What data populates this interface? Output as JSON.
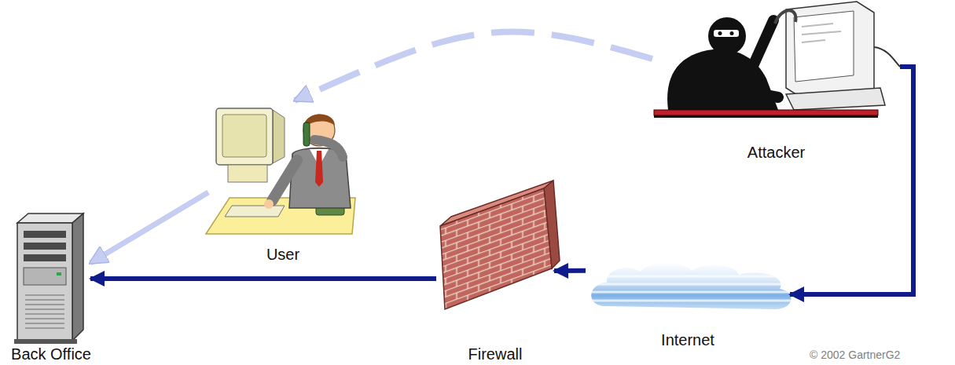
{
  "diagram": {
    "nodes": [
      {
        "text": [
          "Attacker"
        ]
      },
      {
        "text": [
          "User"
        ]
      },
      {
        "text": [
          "Back Office"
        ]
      },
      {
        "text": [
          "Firewall"
        ]
      },
      {
        "text": [
          "Internet"
        ]
      }
    ],
    "edges": [
      {
        "from": 0,
        "to": 4,
        "arrow": "to"
      },
      {
        "from": 4,
        "to": 3,
        "arrow": "to"
      },
      {
        "from": 3,
        "to": 2,
        "arrow": "to"
      },
      {
        "from": 0,
        "to": 1,
        "arrow": "to"
      },
      {
        "from": 1,
        "to": 2,
        "arrow": "to"
      }
    ],
    "labels": [
      "© 2002 GartnerG2"
    ]
  }
}
